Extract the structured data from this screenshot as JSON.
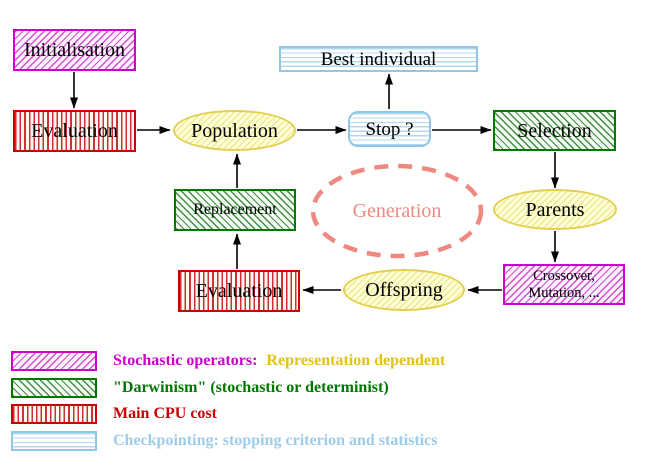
{
  "diagram": {
    "nodes": {
      "initialisation": {
        "label": "Initialisation",
        "style": "magenta-diagonal-hatch"
      },
      "evaluation_top": {
        "label": "Evaluation",
        "style": "red-vertical-stripes"
      },
      "population": {
        "label": "Population",
        "style": "yellow-hatched-ellipse"
      },
      "best_individual": {
        "label": "Best individual",
        "style": "cyan-horizontal-stripes"
      },
      "stop": {
        "label": "Stop ?",
        "style": "cyan-horizontal-stripes-rounded"
      },
      "selection": {
        "label": "Selection",
        "style": "green-diagonal-hatch"
      },
      "replacement": {
        "label": "Replacement",
        "style": "green-diagonal-hatch"
      },
      "generation": {
        "label": "Generation",
        "style": "salmon-dashed-ellipse"
      },
      "parents": {
        "label": "Parents",
        "style": "yellow-hatched-ellipse"
      },
      "crossover_mutation": {
        "line1": "Crossover,",
        "line2": "Mutation, ...",
        "style": "magenta-diagonal-hatch"
      },
      "evaluation_bottom": {
        "label": "Evaluation",
        "style": "red-vertical-stripes"
      },
      "offspring": {
        "label": "Offspring",
        "style": "yellow-hatched-ellipse"
      }
    },
    "edges": [
      {
        "from": "initialisation",
        "to": "evaluation_top"
      },
      {
        "from": "evaluation_top",
        "to": "population"
      },
      {
        "from": "population",
        "to": "stop"
      },
      {
        "from": "stop",
        "to": "best_individual"
      },
      {
        "from": "stop",
        "to": "selection"
      },
      {
        "from": "selection",
        "to": "parents"
      },
      {
        "from": "parents",
        "to": "crossover_mutation"
      },
      {
        "from": "crossover_mutation",
        "to": "offspring"
      },
      {
        "from": "offspring",
        "to": "evaluation_bottom"
      },
      {
        "from": "evaluation_bottom",
        "to": "replacement"
      },
      {
        "from": "replacement",
        "to": "population"
      }
    ]
  },
  "legend": {
    "items": [
      {
        "swatch": "magenta-diagonal-hatch",
        "text_primary": "Stochastic operators:",
        "text_secondary": "Representation dependent",
        "color_primary": "#cc00cc",
        "color_secondary": "#e3c218"
      },
      {
        "swatch": "green-diagonal-hatch",
        "text_primary": "\"Darwinism\" (stochastic or determinist)",
        "color_primary": "#007700"
      },
      {
        "swatch": "red-vertical-stripes",
        "text_primary": "Main CPU cost",
        "color_primary": "#cc0000"
      },
      {
        "swatch": "cyan-horizontal-stripes",
        "text_primary": "Checkpointing: stopping criterion and statistics",
        "color_primary": "#9ccdeb"
      }
    ]
  },
  "colors": {
    "magenta_border": "#cc00cc",
    "green_border": "#007700",
    "red_border": "#cc0000",
    "cyan_border": "#93c5e4",
    "yellow_border": "#e3cf52",
    "yellow_fill": "#ffffd6",
    "salmon_dashed": "#ee8880",
    "arrow": "#000000",
    "background": "#ffffff"
  }
}
